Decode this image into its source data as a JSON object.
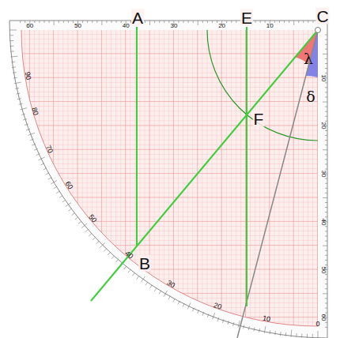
{
  "diagram": {
    "labels": [
      "A",
      "E",
      "C",
      "F",
      "B",
      "λ",
      "δ",
      "60",
      "50",
      "40",
      "30",
      "20",
      "10",
      "10",
      "20",
      "30",
      "40",
      "50",
      "60",
      "90",
      "80",
      "70",
      "60",
      "50",
      "40",
      "30",
      "20",
      "10",
      "0"
    ]
  }
}
